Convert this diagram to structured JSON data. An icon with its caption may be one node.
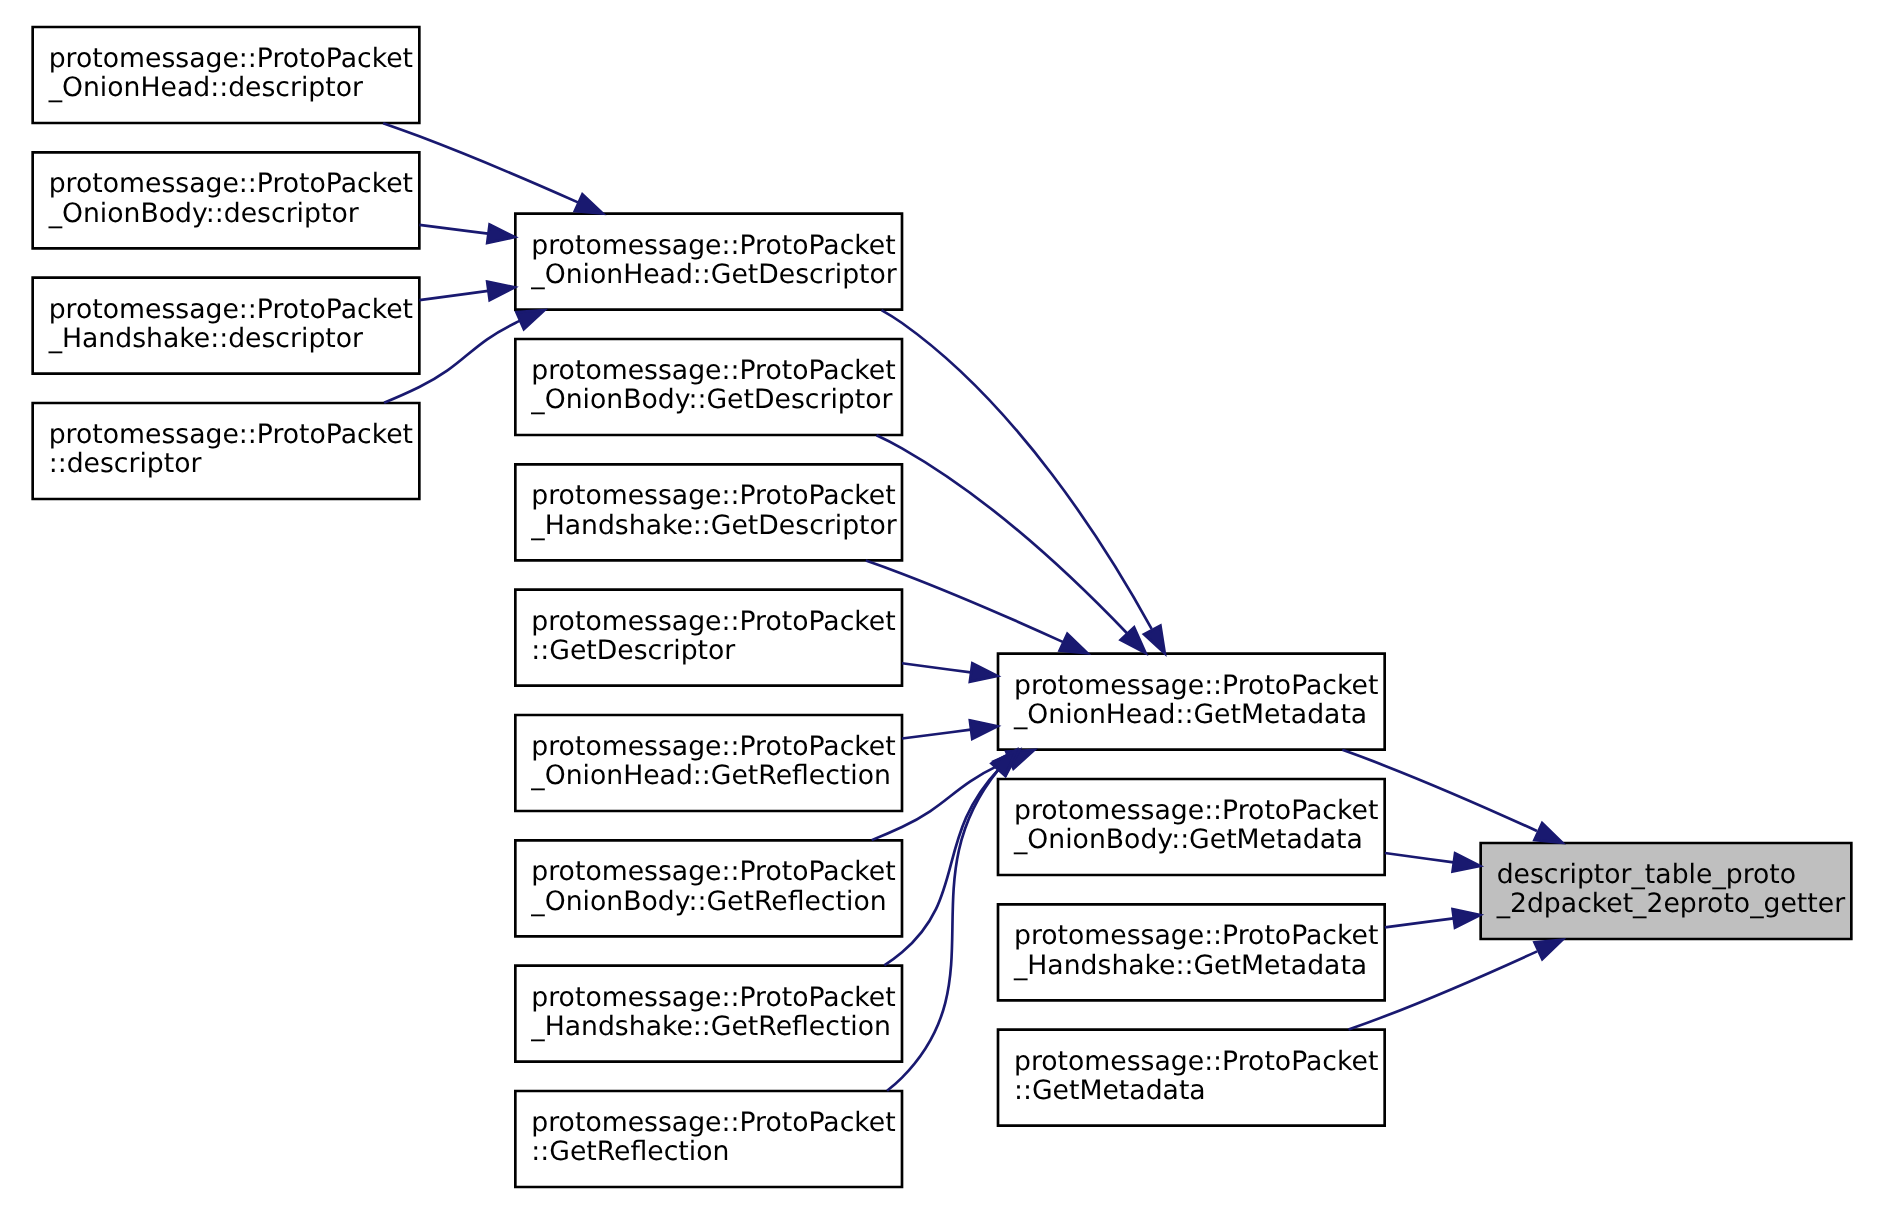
{
  "diagram": {
    "nodes": [
      {
        "text": [
          "descriptor_table_proto _2dpacket_2eproto_getter"
        ]
      },
      {
        "text": [
          "protomessage::ProtoPacket _OnionHead::GetMetadata"
        ]
      },
      {
        "text": [
          "protomessage::ProtoPacket _OnionBody::GetMetadata"
        ]
      },
      {
        "text": [
          "protomessage::ProtoPacket _Handshake::GetMetadata"
        ]
      },
      {
        "text": [
          "protomessage::ProtoPacket ::GetMetadata"
        ]
      },
      {
        "text": [
          "protomessage::ProtoPacket _OnionHead::GetDescriptor"
        ]
      },
      {
        "text": [
          "protomessage::ProtoPacket _OnionBody::GetDescriptor"
        ]
      },
      {
        "text": [
          "protomessage::ProtoPacket _Handshake::GetDescriptor"
        ]
      },
      {
        "text": [
          "protomessage::ProtoPacket ::GetDescriptor"
        ]
      },
      {
        "text": [
          "protomessage::ProtoPacket _OnionHead::GetReflection"
        ]
      },
      {
        "text": [
          "protomessage::ProtoPacket _OnionBody::GetReflection"
        ]
      },
      {
        "text": [
          "protomessage::ProtoPacket _Handshake::GetReflection"
        ]
      },
      {
        "text": [
          "protomessage::ProtoPacket ::GetReflection"
        ]
      },
      {
        "text": [
          "protomessage::ProtoPacket _OnionHead::descriptor"
        ]
      },
      {
        "text": [
          "protomessage::ProtoPacket _OnionBody::descriptor"
        ]
      },
      {
        "text": [
          "protomessage::ProtoPacket _Handshake::descriptor"
        ]
      },
      {
        "text": [
          "protomessage::ProtoPacket ::descriptor"
        ]
      }
    ],
    "edges": [
      {
        "from": 1,
        "to": 0,
        "arrow": "to"
      },
      {
        "from": 2,
        "to": 0,
        "arrow": "to"
      },
      {
        "from": 3,
        "to": 0,
        "arrow": "to"
      },
      {
        "from": 4,
        "to": 0,
        "arrow": "to"
      },
      {
        "from": 5,
        "to": 1,
        "arrow": "to"
      },
      {
        "from": 6,
        "to": 1,
        "arrow": "to"
      },
      {
        "from": 7,
        "to": 1,
        "arrow": "to"
      },
      {
        "from": 8,
        "to": 1,
        "arrow": "to"
      },
      {
        "from": 9,
        "to": 1,
        "arrow": "to"
      },
      {
        "from": 10,
        "to": 1,
        "arrow": "to"
      },
      {
        "from": 11,
        "to": 1,
        "arrow": "to"
      },
      {
        "from": 12,
        "to": 1,
        "arrow": "to"
      },
      {
        "from": 13,
        "to": 5,
        "arrow": "to"
      },
      {
        "from": 14,
        "to": 5,
        "arrow": "to"
      },
      {
        "from": 15,
        "to": 5,
        "arrow": "to"
      },
      {
        "from": 16,
        "to": 5,
        "arrow": "to"
      }
    ]
  }
}
